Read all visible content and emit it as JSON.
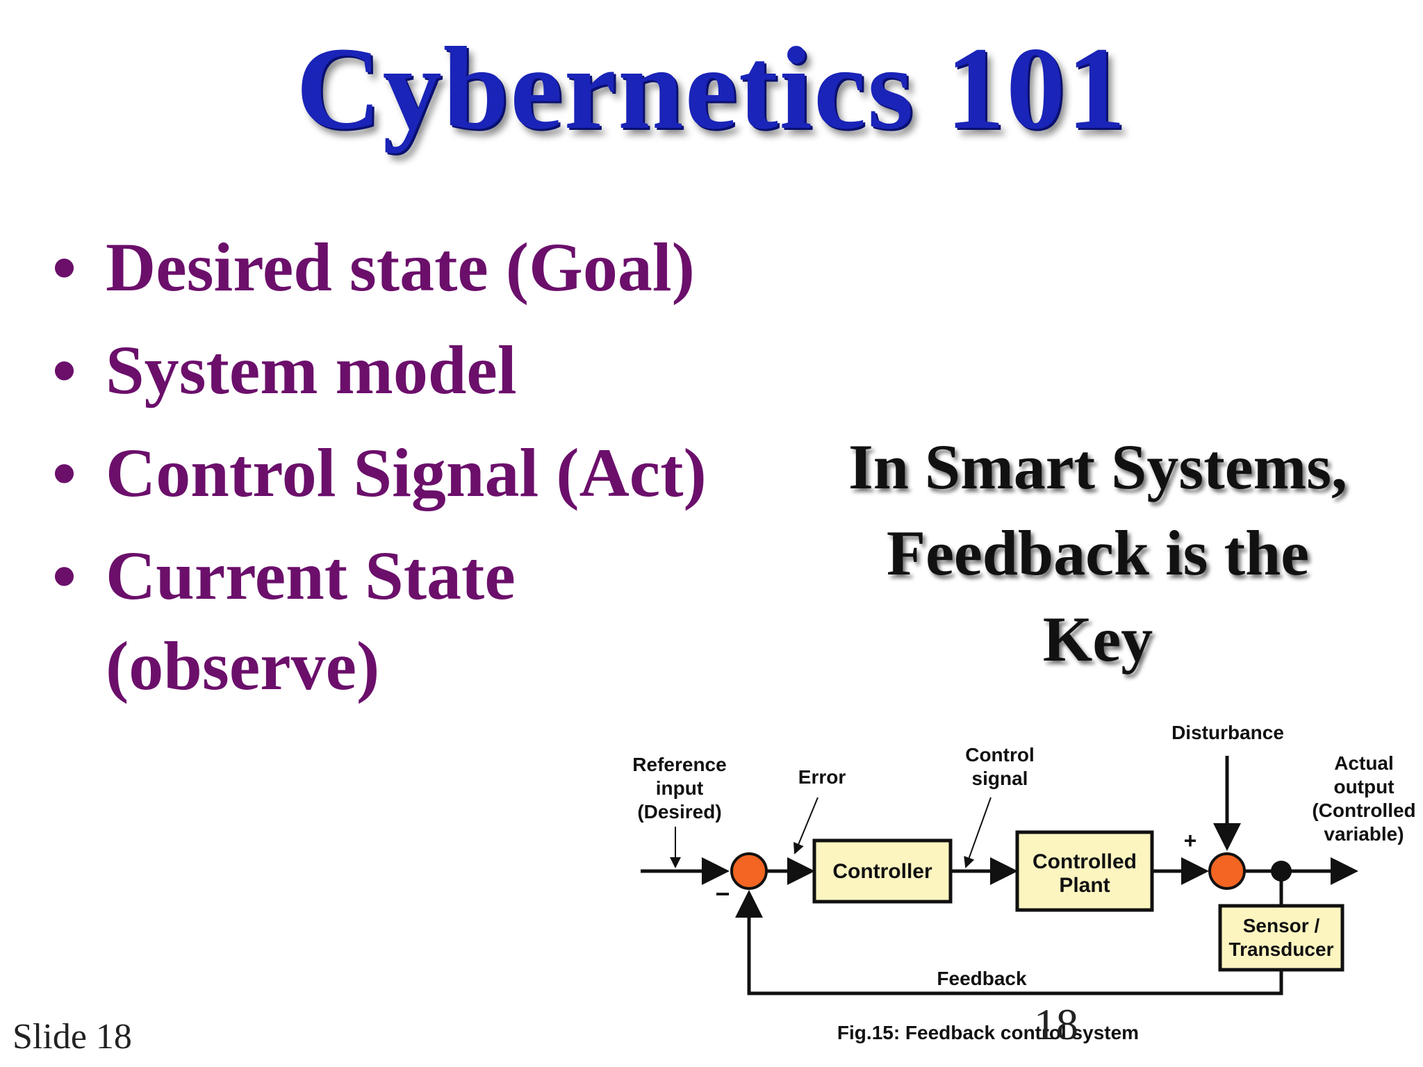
{
  "title": "Cybernetics 101",
  "bullets": [
    "Desired state (Goal)",
    "System model",
    "Control Signal (Act)",
    "Current State (observe)"
  ],
  "callout": {
    "line1": "In Smart Systems,",
    "line2": "Feedback is the",
    "line3": "Key"
  },
  "diagram": {
    "reference_input": [
      "Reference",
      "input",
      "(Desired)"
    ],
    "error": "Error",
    "control_signal": [
      "Control",
      "signal"
    ],
    "disturbance": "Disturbance",
    "actual_output": [
      "Actual",
      "output",
      "(Controlled",
      "variable)"
    ],
    "controller": "Controller",
    "controlled_plant": [
      "Controlled",
      "Plant"
    ],
    "sensor": [
      "Sensor /",
      "Transducer"
    ],
    "feedback": "Feedback",
    "plus": "+",
    "minus": "−",
    "caption": "Fig.15:  Feedback control system"
  },
  "footer": {
    "slide_label": "Slide  18",
    "page_number": "18"
  },
  "colors": {
    "title": "#1a24b8",
    "bullet_text": "#6b0f6b",
    "block_fill": "#fdf5c0",
    "summing_junction": "#f26522"
  }
}
